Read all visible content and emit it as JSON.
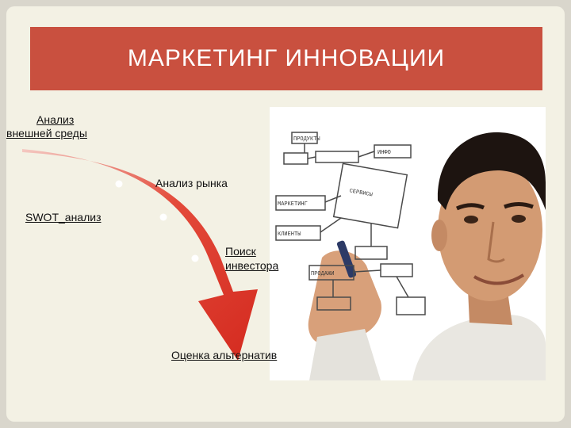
{
  "slide": {
    "title": "МАРКЕТИНГ ИННОВАЦИИ"
  },
  "flow": {
    "step1": "Анализ внешней среды",
    "step1_line1": "Анализ",
    "step1_line2": "внешней среды",
    "step2": "Анализ рынка",
    "step3": "SWOT_анализ",
    "step4_line1": "Поиск",
    "step4_line2": "инвестора",
    "step5": "Оценка альтернатив"
  },
  "photo": {
    "diagram_labels": [
      "ПРОДУКТЫ",
      "ИНФО",
      "СЕРВИСЫ",
      "КЛИЕНТЫ",
      "МАРКЕТИНГ",
      "ПРОДАЖИ"
    ]
  },
  "colors": {
    "title_bar": "#c9503f",
    "arrow": "#e0352a",
    "panel": "#f3f1e4"
  }
}
